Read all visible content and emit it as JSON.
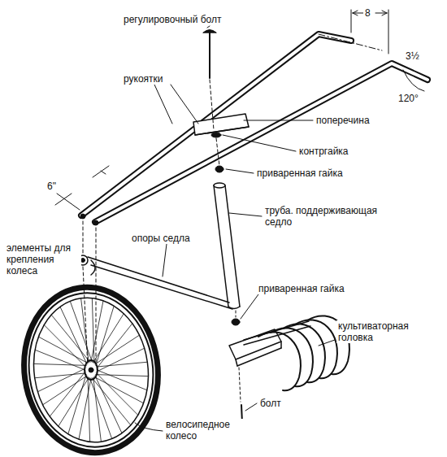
{
  "diagram": {
    "labels": [
      "регулировочный болт",
      "8",
      "3½",
      "120°",
      "рукоятки",
      "поперечина",
      "контргайка",
      "приваренная гайка",
      "труба. поддерживающая седло",
      "6\"",
      "элементы для крепления колеса",
      "опоры седла",
      "приваренная гайка",
      "культиваторная головка",
      "болт",
      "велосипедное колесо"
    ]
  }
}
